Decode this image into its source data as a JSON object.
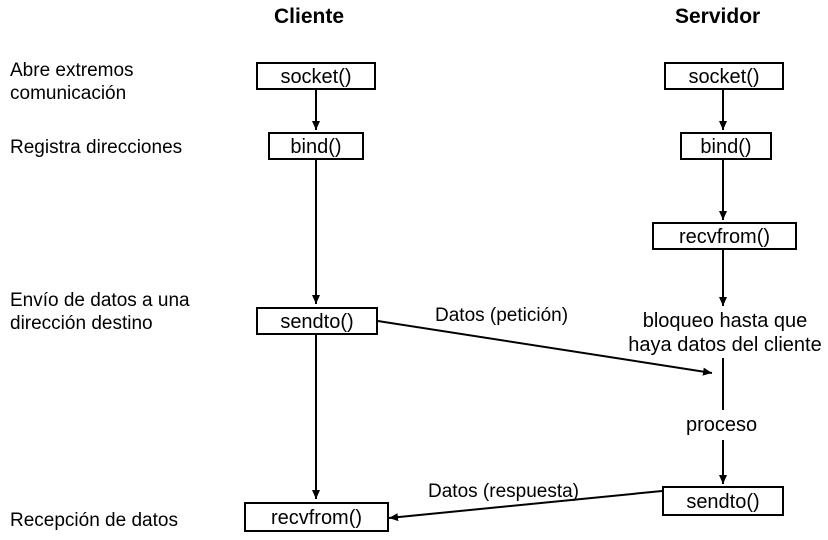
{
  "headers": {
    "client": "Cliente",
    "server": "Servidor"
  },
  "steps": {
    "open": "Abre extremos\ncomunicación",
    "register": "Registra direcciones",
    "send": "Envío de datos a una\ndirección destino",
    "receive": "Recepción de datos"
  },
  "client": {
    "socket": "socket()",
    "bind": "bind()",
    "sendto": "sendto()",
    "recvfrom": "recvfrom()"
  },
  "server": {
    "socket": "socket()",
    "bind": "bind()",
    "recvfrom": "recvfrom()",
    "block": "bloqueo hasta que\nhaya datos del cliente",
    "process": "proceso",
    "sendto": "sendto()"
  },
  "messages": {
    "request": "Datos (petición)",
    "response": "Datos (respuesta)"
  }
}
